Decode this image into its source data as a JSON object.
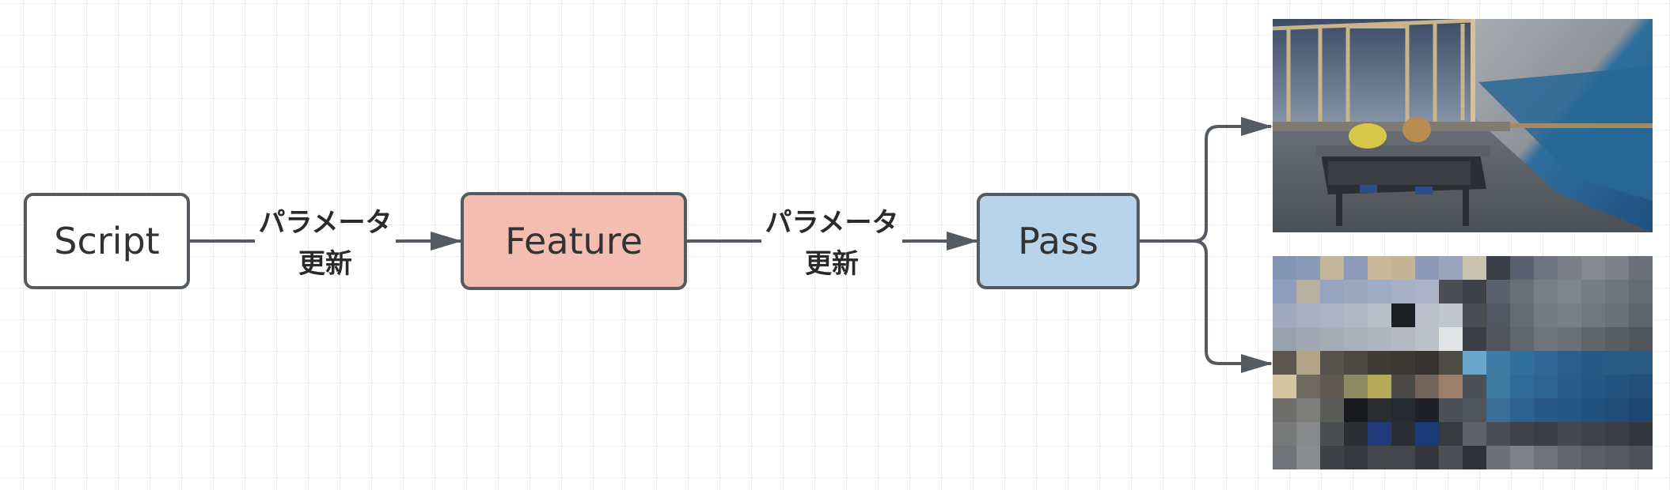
{
  "nodes": {
    "script": {
      "label": "Script"
    },
    "feature": {
      "label": "Feature"
    },
    "pass": {
      "label": "Pass"
    }
  },
  "edges": {
    "script_to_feature": {
      "line1": "パラメータ",
      "line2": "更新"
    },
    "feature_to_pass": {
      "line1": "パラメータ",
      "line2": "更新"
    }
  },
  "images": {
    "original": {
      "description_icon": "scene-photo-icon"
    },
    "pixelated": {
      "description_icon": "pixelated-scene-icon"
    }
  },
  "colors": {
    "feature_fill": "#f4bdb1",
    "pass_fill": "#b8d4eb",
    "script_fill": "#ffffff",
    "stroke": "#555a60"
  }
}
